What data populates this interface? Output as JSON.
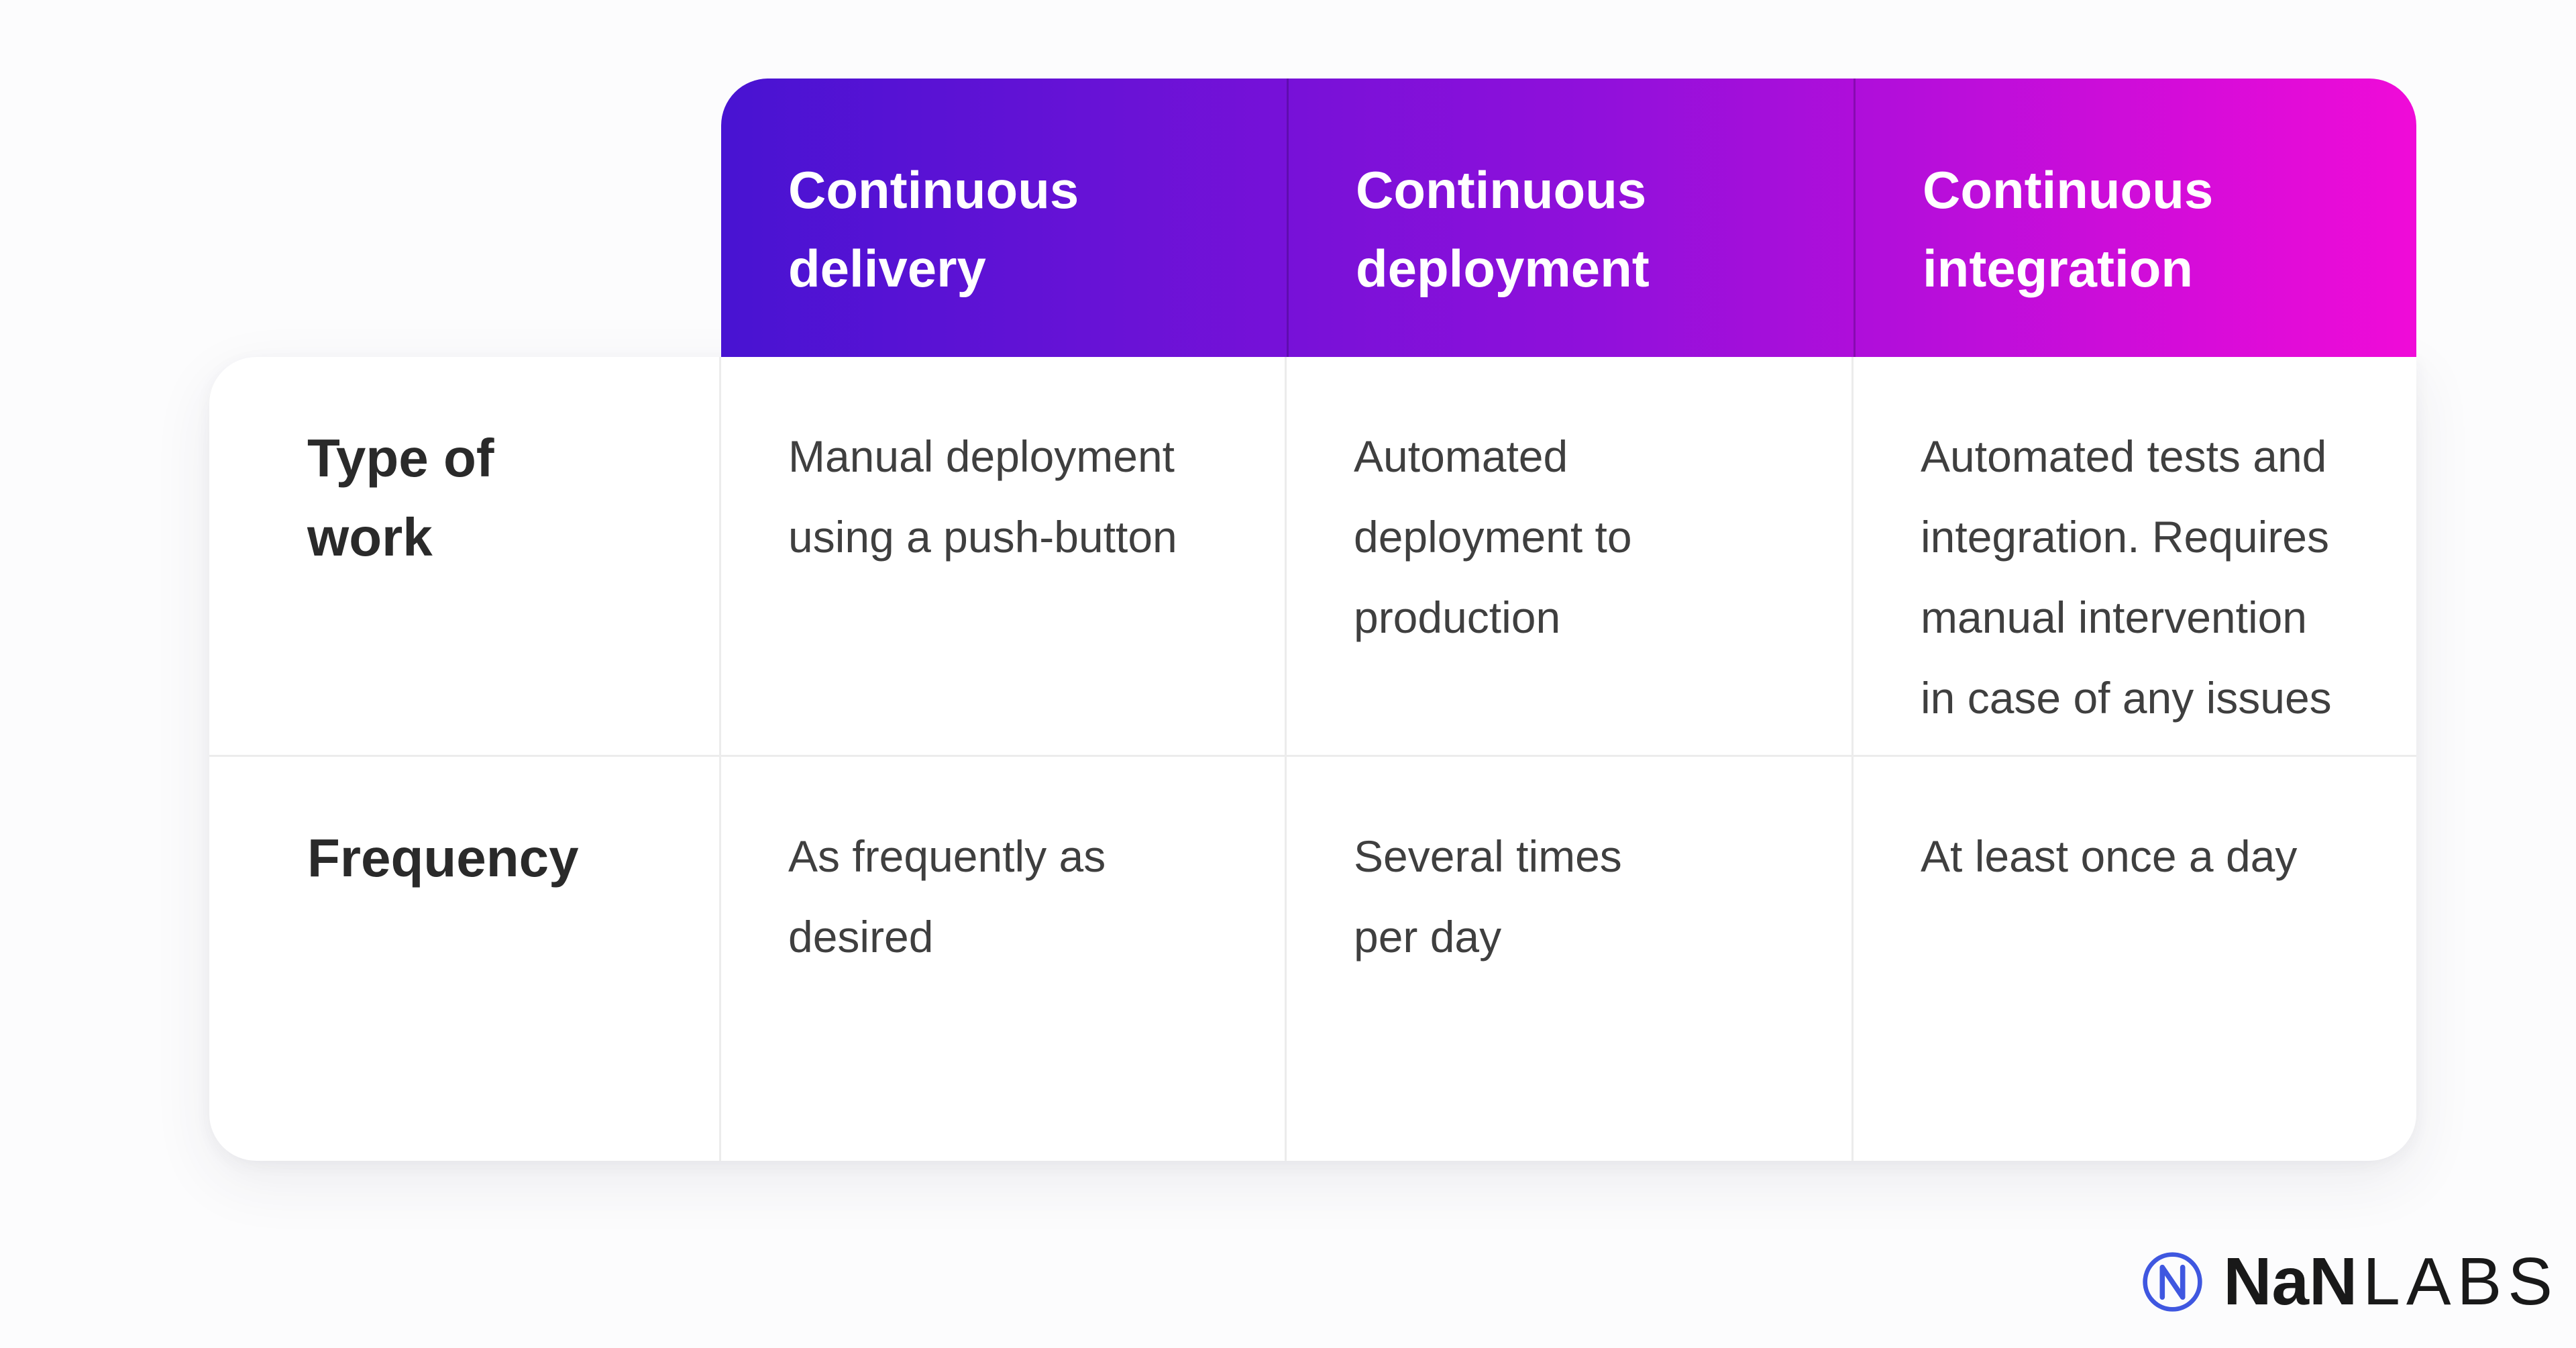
{
  "page": {
    "background": "#fcfcfd"
  },
  "colors": {
    "gradient_start": "#4813D2",
    "gradient_mid": "#9110DB",
    "gradient_end": "#F00BD8",
    "header_text": "#ffffff",
    "body_text": "#3f3f3f",
    "label_text": "#2a2a2a",
    "grid_line": "#ececec",
    "logo_accent": "#3F57E0"
  },
  "table": {
    "header_columns": [
      {
        "label": "Continuous\ndelivery"
      },
      {
        "label": "Continuous\ndeployment"
      },
      {
        "label": "Continuous\nintegration"
      }
    ],
    "rows": [
      {
        "label": "Type of\nwork",
        "cells": [
          "Manual deployment\nusing a push-button",
          "Automated\ndeployment to\nproduction",
          "Automated tests and\nintegration. Requires\nmanual intervention\nin case of any issues"
        ]
      },
      {
        "label": "Frequency",
        "cells": [
          "As frequently as\ndesired",
          "Several times\nper day",
          "At least once a day"
        ]
      }
    ]
  },
  "chart_data": {
    "type": "table",
    "columns": [
      "",
      "Continuous delivery",
      "Continuous deployment",
      "Continuous integration"
    ],
    "rows": [
      [
        "Type of work",
        "Manual deployment using a push-button",
        "Automated deployment to production",
        "Automated tests and integration. Requires manual intervention in case of any issues"
      ],
      [
        "Frequency",
        "As frequently as desired",
        "Several times per day",
        "At least once a day"
      ]
    ]
  },
  "logo": {
    "brand_bold": "NaN",
    "brand_light": "LABS"
  }
}
